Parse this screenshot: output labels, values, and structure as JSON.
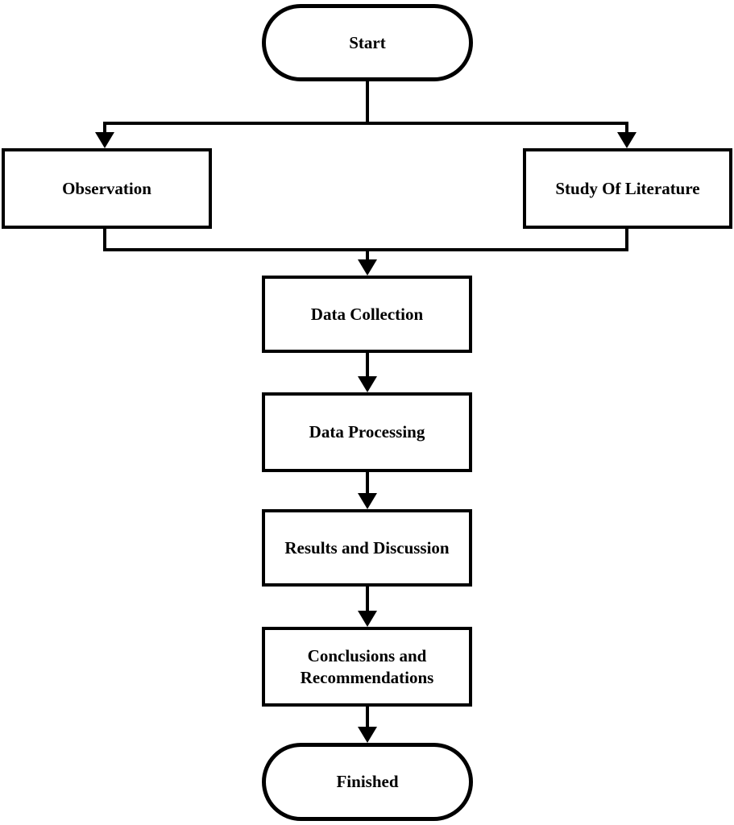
{
  "diagram": {
    "type": "flowchart",
    "direction": "top-down",
    "colors": {
      "stroke": "#000000",
      "fill": "#ffffff",
      "text": "#000000",
      "background": "#ffffff"
    },
    "nodes": [
      {
        "id": "start",
        "shape": "stadium",
        "label": "Start"
      },
      {
        "id": "observation",
        "shape": "rectangle",
        "label": "Observation"
      },
      {
        "id": "study-of-literature",
        "shape": "rectangle",
        "label": "Study Of Literature"
      },
      {
        "id": "data-collection",
        "shape": "rectangle",
        "label": "Data Collection"
      },
      {
        "id": "data-processing",
        "shape": "rectangle",
        "label": "Data Processing"
      },
      {
        "id": "results-and-discussion",
        "shape": "rectangle",
        "label": "Results and Discussion"
      },
      {
        "id": "conclusions-and-recommendations",
        "shape": "rectangle",
        "label": "Conclusions and Recommendations"
      },
      {
        "id": "finished",
        "shape": "stadium",
        "label": "Finished"
      }
    ],
    "edges": [
      {
        "from": "start",
        "to": "observation",
        "arrow": true
      },
      {
        "from": "start",
        "to": "study-of-literature",
        "arrow": true
      },
      {
        "from": "observation",
        "to": "data-collection",
        "arrow": true
      },
      {
        "from": "study-of-literature",
        "to": "data-collection",
        "arrow": true
      },
      {
        "from": "data-collection",
        "to": "data-processing",
        "arrow": true
      },
      {
        "from": "data-processing",
        "to": "results-and-discussion",
        "arrow": true
      },
      {
        "from": "results-and-discussion",
        "to": "conclusions-and-recommendations",
        "arrow": true
      },
      {
        "from": "conclusions-and-recommendations",
        "to": "finished",
        "arrow": true
      }
    ]
  }
}
